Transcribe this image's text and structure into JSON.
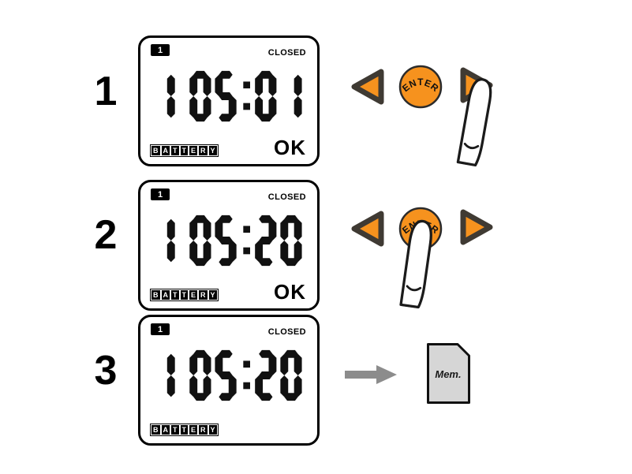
{
  "steps": [
    {
      "number": "1",
      "badge": "1",
      "closed_label": "CLOSED",
      "display": "1 05:01",
      "battery_label": "BATTERY",
      "ok_label": "OK"
    },
    {
      "number": "2",
      "badge": "1",
      "closed_label": "CLOSED",
      "display": "1 05:20",
      "battery_label": "BATTERY",
      "ok_label": "OK"
    },
    {
      "number": "3",
      "badge": "1",
      "closed_label": "CLOSED",
      "display": "1 05:20",
      "battery_label": "BATTERY",
      "ok_label": ""
    }
  ],
  "buttons": {
    "enter_label": "ENTER"
  },
  "memory_card": {
    "label": "Mem."
  },
  "colors": {
    "button_orange": "#F6921E",
    "button_outline": "#3F3A33",
    "lcd_text": "#111111",
    "gray_arrow": "#8C8C8C",
    "card_fill": "#D6D6D6"
  }
}
